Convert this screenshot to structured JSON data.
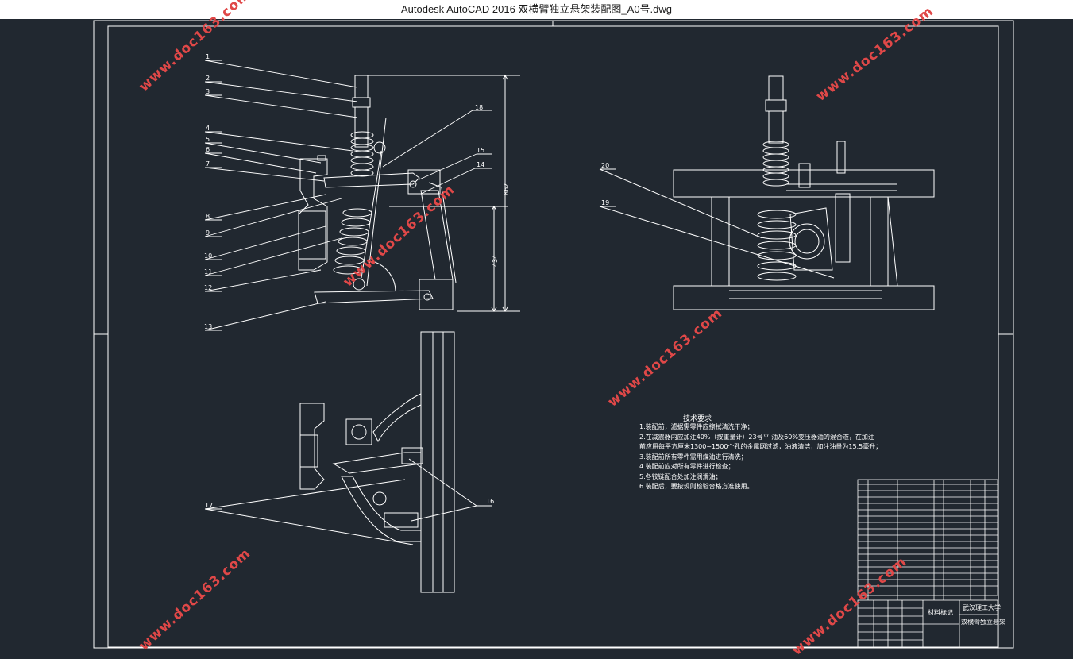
{
  "window": {
    "title": "Autodesk AutoCAD 2016    双横臂独立悬架装配图_A0号.dwg"
  },
  "colors": {
    "background": "#212830",
    "lines": "#ffffff",
    "watermark": "#e04848"
  },
  "watermark": {
    "text": "www.doc163.com"
  },
  "part_labels": {
    "n1": "1",
    "n2": "2",
    "n3": "3",
    "n4": "4",
    "n5": "5",
    "n6": "6",
    "n7": "7",
    "n8": "8",
    "n9": "9",
    "n10": "10",
    "n11": "11",
    "n12": "12",
    "n13": "13",
    "n14": "14",
    "n15": "15",
    "n16": "16",
    "n17": "17",
    "n18": "18",
    "n19": "19",
    "n20": "20"
  },
  "dimensions": {
    "overall_height": "862",
    "lower_height": "434"
  },
  "technical_requirements": {
    "title": "技术要求",
    "line1": "1.装配前，滤据需零件应擦拭清洗干净；",
    "line2": "2.在减震器内应加注40%（按重量计）23号平 油及60%变压器油的混合液，在加注",
    "line3": "前应用每平方厘米1300~1500个孔的金属网过滤，油液清洁，加注油量为15.5毫升；",
    "line4": "3.装配前所有零件需用煤油进行清洗；",
    "line5": "4.装配前应对所有零件进行检查；",
    "line6": "5.各铰链配合处加注润滑油；",
    "line7": "6.装配后，要按规则检验合格方准使用。"
  },
  "title_block": {
    "school": "武汉理工大学",
    "drawing_name": "双横臂独立悬架",
    "mark_label": "材料标记"
  }
}
